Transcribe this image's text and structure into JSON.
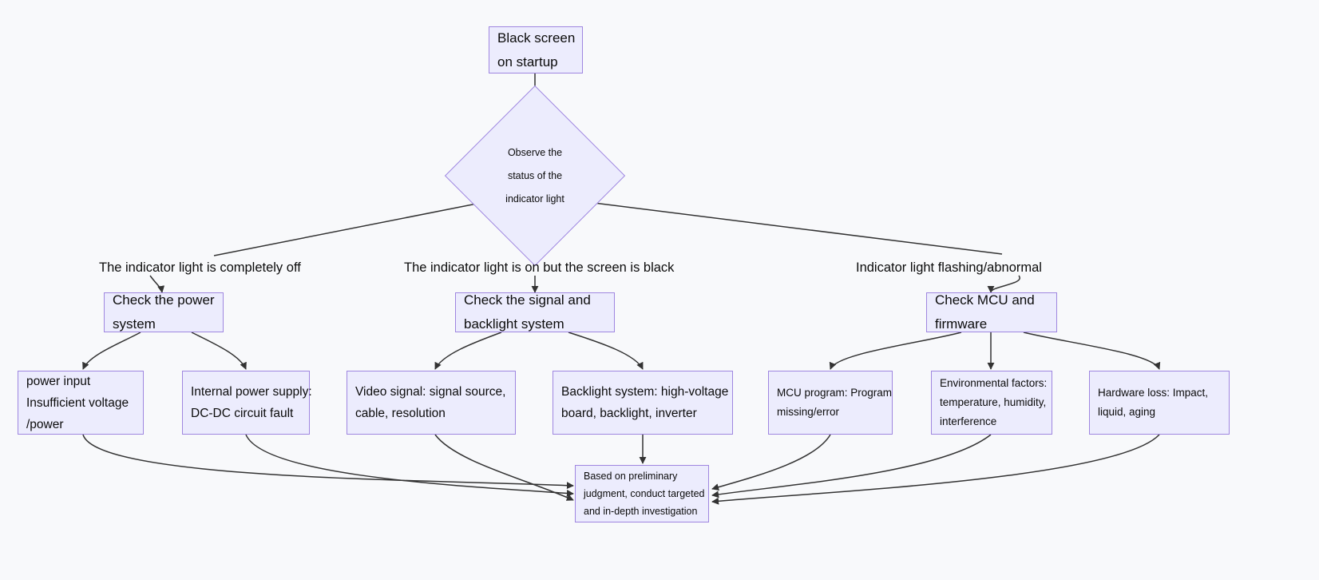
{
  "diagram": {
    "title": "Black screen on startup troubleshooting flowchart",
    "type": "flowchart",
    "direction": "top-down",
    "theme": {
      "background": "#f8f9fb",
      "node_fill": "#ececfd",
      "node_stroke": "#9f86e0",
      "text_color": "#0b0b0b",
      "edge_color": "#333333"
    }
  },
  "nodes": {
    "start": {
      "lines": [
        "Black screen",
        "on startup"
      ],
      "shape": "rect"
    },
    "decision": {
      "lines": [
        "Observe the",
        "status of the",
        "indicator light"
      ],
      "shape": "diamond"
    },
    "check_power": {
      "lines": [
        "Check the power",
        "system"
      ],
      "shape": "rect"
    },
    "check_signal": {
      "lines": [
        "Check the signal and",
        "backlight system"
      ],
      "shape": "rect"
    },
    "check_mcu": {
      "lines": [
        "Check MCU and",
        "firmware"
      ],
      "shape": "rect"
    },
    "power_input": {
      "lines": [
        "power input",
        "Insufficient voltage",
        "/power"
      ],
      "shape": "rect"
    },
    "internal_supply": {
      "lines": [
        "Internal power supply:",
        "DC-DC circuit fault"
      ],
      "shape": "rect"
    },
    "video_signal": {
      "lines": [
        "Video signal: signal source,",
        "cable, resolution"
      ],
      "shape": "rect"
    },
    "backlight": {
      "lines": [
        "Backlight system: high-voltage",
        "board, backlight, inverter"
      ],
      "shape": "rect"
    },
    "mcu_program": {
      "lines": [
        "MCU program: Program",
        "missing/error"
      ],
      "shape": "rect"
    },
    "environment": {
      "lines": [
        "Environmental factors:",
        "temperature, humidity,",
        "interference"
      ],
      "shape": "rect"
    },
    "hardware_loss": {
      "lines": [
        "Hardware loss: Impact,",
        "liquid, aging"
      ],
      "shape": "rect"
    },
    "final": {
      "lines": [
        "Based on preliminary",
        "judgment, conduct targeted",
        "and in-depth investigation"
      ],
      "shape": "rect"
    }
  },
  "edge_labels": {
    "branch_off": "The indicator light is completely off",
    "branch_on": "The indicator light is on but the screen is black",
    "branch_flash": "Indicator light flashing/abnormal"
  }
}
